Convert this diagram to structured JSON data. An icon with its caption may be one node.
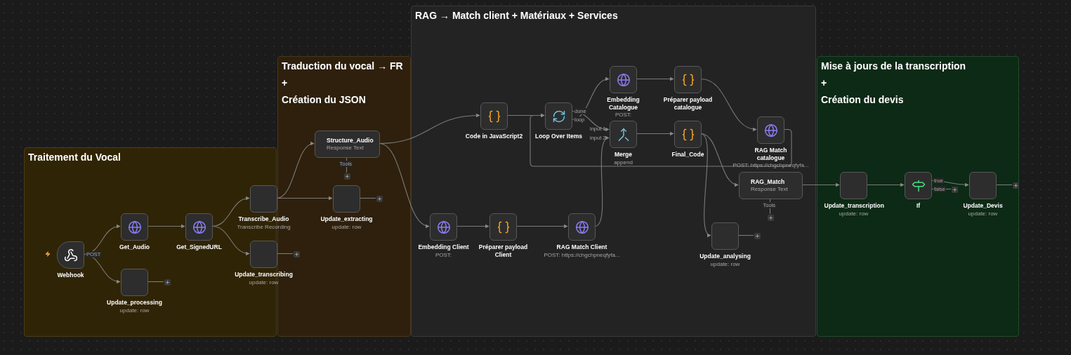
{
  "diagram": {
    "nodes": [
      {
        "text": [
          "Traitement du Vocal"
        ]
      },
      {
        "text": [
          "Traduction du vocal → FR",
          "+",
          "Création du JSON"
        ]
      },
      {
        "text": [
          "RAG → Match client + Matériaux + Services"
        ]
      },
      {
        "text": [
          "Mise à jours de la transcription",
          "+",
          "Création du devis"
        ]
      },
      {
        "text": [
          "Webhook"
        ],
        "in": 0
      },
      {
        "text": [
          "Get_Audio"
        ],
        "in": 0
      },
      {
        "text": [
          "Get_SignedURL"
        ],
        "in": 0
      },
      {
        "text": [
          "Update_processing",
          "update: row"
        ],
        "in": 0
      },
      {
        "text": [
          "Transcribe_Audio",
          "Transcribe Recording"
        ],
        "in": 0
      },
      {
        "text": [
          "Update_transcribing",
          "update: row"
        ],
        "in": 0
      },
      {
        "text": [
          "Structure_Audio",
          "Response Text"
        ],
        "in": 1
      },
      {
        "text": [
          "Update_extracting",
          "update: row"
        ],
        "in": 1
      },
      {
        "text": [
          "Embedding Client",
          "POST:"
        ],
        "in": 2
      },
      {
        "text": [
          "Préparer payload Client"
        ],
        "in": 2
      },
      {
        "text": [
          "Code in JavaScript2"
        ],
        "in": 2
      },
      {
        "text": [
          "Loop Over Items"
        ],
        "in": 2
      },
      {
        "text": [
          "RAG Match Client",
          "POST: https://chgchpneqfyfa..."
        ],
        "in": 2
      },
      {
        "text": [
          "Embedding Catalogue",
          "POST:"
        ],
        "in": 2
      },
      {
        "text": [
          "Merge",
          "append"
        ],
        "in": 2
      },
      {
        "text": [
          "Préparer payload catalogue"
        ],
        "in": 2
      },
      {
        "text": [
          "Final_Code"
        ],
        "in": 2
      },
      {
        "text": [
          "RAG Match catalogue",
          "POST: https://chgchpneqfyfa..."
        ],
        "in": 2
      },
      {
        "text": [
          "RAG_Match",
          "Response Text"
        ],
        "in": 2
      },
      {
        "text": [
          "Update_analysing",
          "update: row"
        ],
        "in": 2
      },
      {
        "text": [
          "Update_transcription",
          "update: row"
        ],
        "in": 3
      },
      {
        "text": [
          "If"
        ],
        "in": 3
      },
      {
        "text": [
          "Update_Devis",
          "update: row"
        ],
        "in": 3
      },
      {
        "text": [],
        "shape": "box",
        "in": 0
      },
      {
        "text": [],
        "shape": "box",
        "in": 1
      },
      {
        "text": [],
        "shape": "box",
        "in": 1
      },
      {
        "text": [],
        "shape": "box",
        "in": 1
      },
      {
        "text": [],
        "shape": "box",
        "in": 2
      },
      {
        "text": [],
        "shape": "box",
        "in": 2
      },
      {
        "text": [],
        "shape": "box",
        "in": 3
      },
      {
        "text": [],
        "shape": "box",
        "in": 3
      }
    ],
    "edges": [
      {
        "from": 4,
        "to": 5,
        "arrow": "to",
        "label": "POST"
      },
      {
        "from": 4,
        "to": 7,
        "arrow": "to"
      },
      {
        "from": 5,
        "to": 6,
        "arrow": "to"
      },
      {
        "from": 6,
        "to": 8,
        "arrow": "to"
      },
      {
        "from": 6,
        "to": 9,
        "arrow": "to"
      },
      {
        "from": 8,
        "to": 10,
        "arrow": "to"
      },
      {
        "from": 8,
        "to": 11,
        "arrow": "to"
      },
      {
        "from": 10,
        "to": 14,
        "arrow": "to"
      },
      {
        "from": 10,
        "to": 12,
        "arrow": "to"
      },
      {
        "from": 12,
        "to": 13,
        "arrow": "to"
      },
      {
        "from": 13,
        "to": 16,
        "arrow": "to"
      },
      {
        "from": 16,
        "to": 18,
        "arrow": "to"
      },
      {
        "from": 14,
        "to": 15,
        "arrow": "to"
      },
      {
        "from": 15,
        "to": 18,
        "arrow": "to",
        "label": "done"
      },
      {
        "from": 15,
        "to": 17,
        "arrow": "to",
        "label": "loop"
      },
      {
        "from": 17,
        "to": 19,
        "arrow": "to"
      },
      {
        "from": 19,
        "to": 21,
        "arrow": "to"
      },
      {
        "from": 18,
        "to": 20,
        "arrow": "to"
      },
      {
        "from": 20,
        "to": 22,
        "arrow": "to"
      },
      {
        "from": 20,
        "to": 23,
        "arrow": "to"
      },
      {
        "from": 21,
        "to": 15,
        "arrow": "to"
      },
      {
        "from": 22,
        "to": 24,
        "arrow": "to"
      },
      {
        "from": 24,
        "to": 25,
        "arrow": "to"
      },
      {
        "from": 25,
        "to": 26,
        "arrow": "to",
        "label": "true"
      },
      {
        "from": 7,
        "to": 27,
        "arrow": "none"
      },
      {
        "from": 9,
        "to": 28,
        "arrow": "none"
      },
      {
        "from": 11,
        "to": 30,
        "arrow": "none"
      },
      {
        "from": 23,
        "to": 31,
        "arrow": "none"
      },
      {
        "from": 26,
        "to": 34,
        "arrow": "none"
      },
      {
        "from": 25,
        "to": 33,
        "arrow": "none",
        "label": "false"
      },
      {
        "from": 10,
        "to": 29,
        "arrow": "none",
        "label": "Tools"
      },
      {
        "from": 22,
        "to": 32,
        "arrow": "none",
        "label": "Tools"
      }
    ],
    "labels": [
      "input 1",
      "input 2"
    ]
  }
}
